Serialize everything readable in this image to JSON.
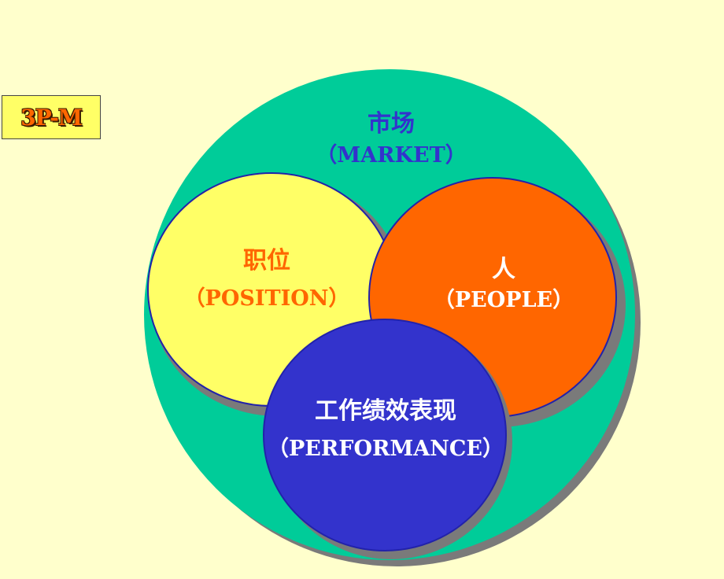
{
  "badge": {
    "label": "3P-M"
  },
  "circles": {
    "market": {
      "name": "市场",
      "english": "（MARKET）",
      "color": "#00cc99"
    },
    "position": {
      "name": "职位",
      "english": "（POSITION）",
      "color": "#ffff66"
    },
    "people": {
      "name": "人",
      "english": "（PEOPLE）",
      "color": "#ff6600"
    },
    "performance": {
      "name": "工作绩效表现",
      "english": "（PERFORMANCE）",
      "color": "#3333cc"
    }
  }
}
